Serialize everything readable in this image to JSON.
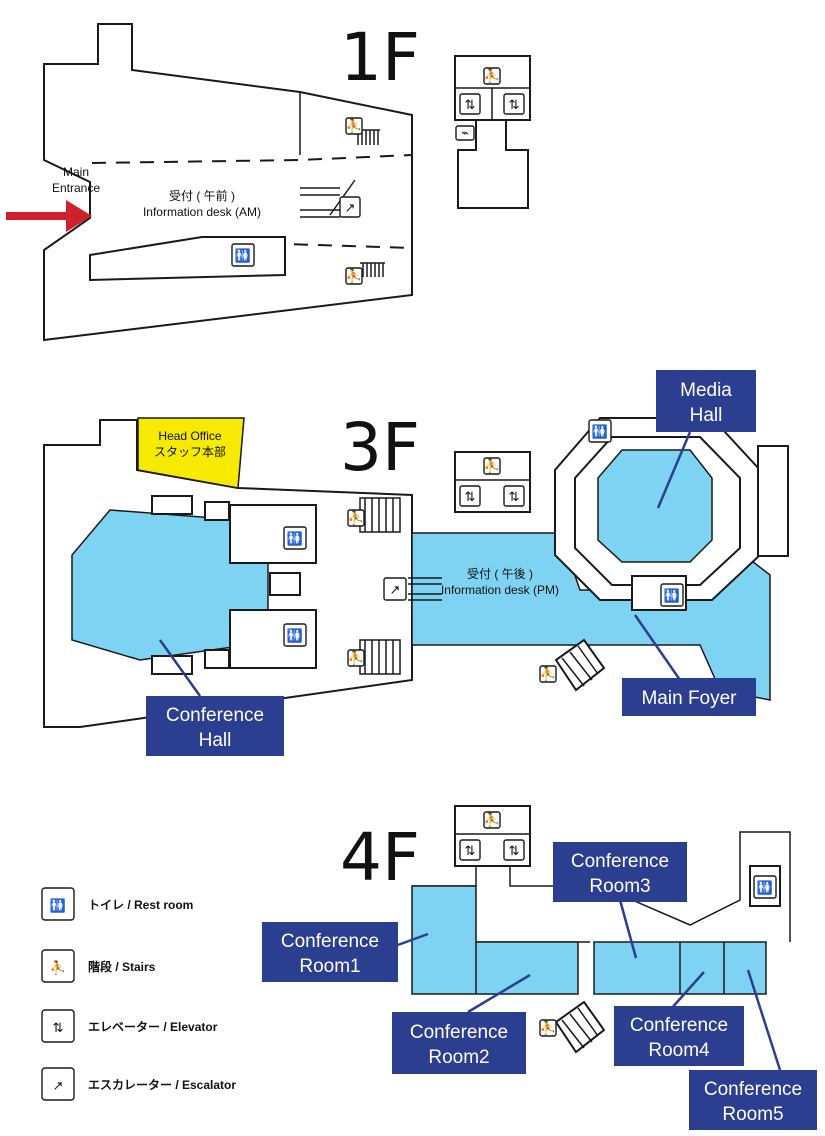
{
  "floors": {
    "f1": "1F",
    "f3": "3F",
    "f4": "4F"
  },
  "labels": {
    "main_entrance": [
      "Main",
      "Entrance"
    ],
    "desk_am_jp": "受付 ( 午前 )",
    "desk_am_en": "Information desk (AM)",
    "desk_pm_jp": "受付 ( 午後 )",
    "desk_pm_en": "Information desk (PM)",
    "head_office_en": "Head Office",
    "head_office_jp": "スタッフ本部"
  },
  "areas": {
    "media_hall": [
      "Media",
      "Hall"
    ],
    "conference_hall": [
      "Conference",
      "Hall"
    ],
    "main_foyer": "Main Foyer",
    "conf_room1": [
      "Conference",
      "Room1"
    ],
    "conf_room2": [
      "Conference",
      "Room2"
    ],
    "conf_room3": [
      "Conference",
      "Room3"
    ],
    "conf_room4": [
      "Conference",
      "Room4"
    ],
    "conf_room5": [
      "Conference",
      "Room5"
    ]
  },
  "legend": [
    {
      "icon": "restroom-icon",
      "label": "トイレ / Rest room"
    },
    {
      "icon": "stairs-icon",
      "label": "階段 / Stairs"
    },
    {
      "icon": "elevator-icon",
      "label": "エレベーター / Elevator"
    },
    {
      "icon": "escalator-icon",
      "label": "エスカレーター / Escalator"
    }
  ],
  "colors": {
    "area_fill": "#7fd3f2",
    "label_bg": "#2b3e8f",
    "head_office": "#f5ea00",
    "entrance_arrow": "#d0202a"
  }
}
